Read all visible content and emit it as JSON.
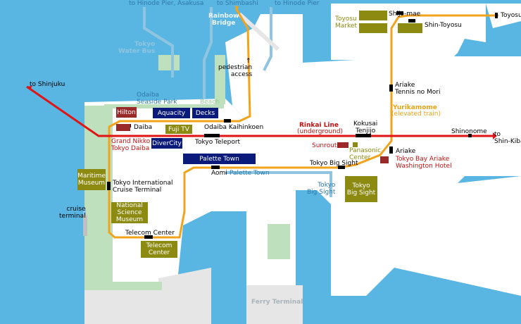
{
  "colors": {
    "water": "#59b5e2",
    "land": "#ffffff",
    "park": "#bfe0bd",
    "yurikamome": "#f2a31c",
    "rinkai": "#e01414",
    "water_bus": "#8fc5e0"
  },
  "lines": {
    "rinkai": {
      "name": "Rinkai Line",
      "note": "(underground)"
    },
    "yurikamome": {
      "name": "Yurikamome",
      "note": "(elevated train)"
    },
    "water_bus": "Tokyo\nWater Bus"
  },
  "directions": {
    "hinode_asakusa": "to Hinode Pier, Asakusa",
    "shimbashi": "to Shimbashi",
    "hinode": "to Hinode Pier",
    "shinjuku": "to Shinjuku",
    "shin_kiba": "to\nShin-Kiba",
    "rainbow_bridge": "Rainbow\nBridge",
    "pedestrian": "pedestrian\naccess",
    "pedestrian_arrow": "↑"
  },
  "stations": {
    "shijo_mae": "Shijo-mae",
    "shin_toyosu": "Shin-Toyosu",
    "toyosu": "Toyosu",
    "ariake_tennis": "Ariake\nTennis no Mori",
    "odaiba_kaihinkoen": "Odaiba Kaihinkoen",
    "daiba": "Daiba",
    "tokyo_teleport": "Tokyo Teleport",
    "kokusai_tenjijo": "Kokusai\nTenjijo",
    "shinonome": "Shinonome",
    "ariake": "Ariake",
    "tokyo_big_sight": "Tokyo Big Sight",
    "aomi": "Aomi",
    "tokyo_international": "Tokyo International\nCruise Terminal",
    "telecom_center": "Telecom Center"
  },
  "water_bus_stops": {
    "odaiba_seaside_park": "Odaiba\nSeaside Park",
    "beach": "Beach",
    "palette_town": "Palette Town",
    "tokyo_big_sight": "Tokyo\nBig Sight",
    "cruise_terminal": "cruise\nterminal"
  },
  "landmarks": {
    "toyosu_market_label": "Toyosu\nMarket",
    "hilton": "Hilton",
    "aquacity": "Aquacity",
    "decks": "Decks",
    "fuji_tv": "Fuji TV",
    "grand_nikko": "Grand Nikko\nTokyo Daiba",
    "divercity": "DiverCity",
    "palette_town_box": "Palette Town",
    "sunroute": "Sunroute",
    "panasonic": "Panasonic\nCenter",
    "tokyo_bay_ariake": "Tokyo Bay Ariake\nWashington Hotel",
    "tokyo_big_sight_box": "Tokyo\nBig Sight",
    "maritime_museum": "Maritime\nMuseum",
    "national_science_museum": "National\nScience\nMuseum",
    "telecom_center_box": "Telecom\nCenter",
    "ferry_terminal": "Ferry Terminal"
  }
}
